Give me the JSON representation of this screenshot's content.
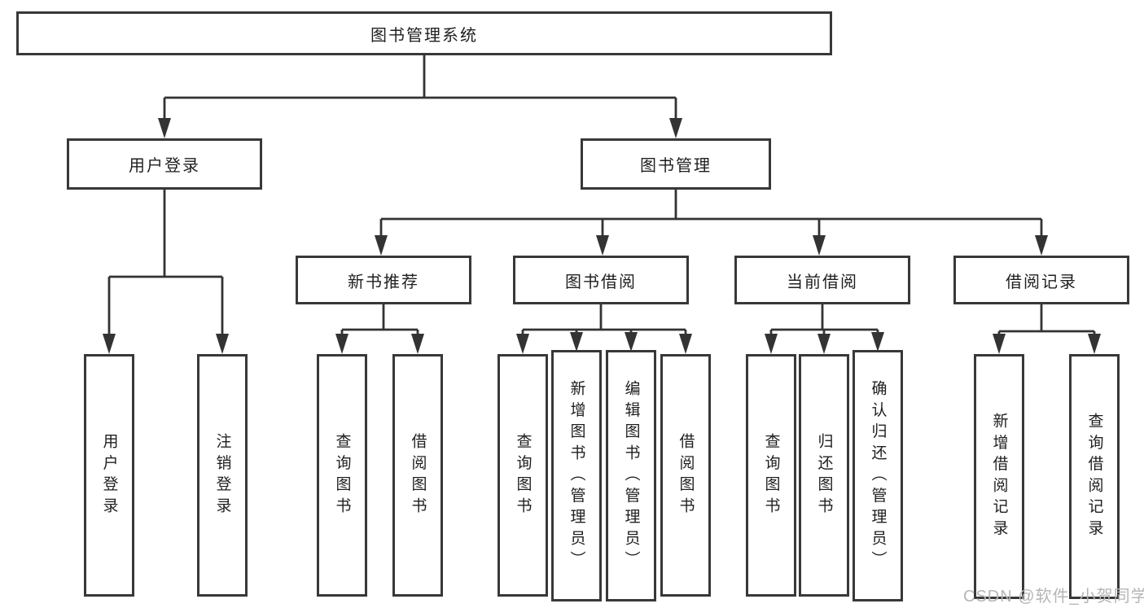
{
  "diagram": {
    "root": {
      "label": "图书管理系统"
    },
    "branches": [
      {
        "label": "用户登录",
        "children": [
          {
            "label": "用户登录"
          },
          {
            "label": "注销登录"
          }
        ]
      },
      {
        "label": "图书管理",
        "children": [
          {
            "label": "新书推荐",
            "children": [
              {
                "label": "查询图书"
              },
              {
                "label": "借阅图书"
              }
            ]
          },
          {
            "label": "图书借阅",
            "children": [
              {
                "label": "查询图书"
              },
              {
                "label": "新增图书（管理员）"
              },
              {
                "label": "编辑图书（管理员）"
              },
              {
                "label": "借阅图书"
              }
            ]
          },
          {
            "label": "当前借阅",
            "children": [
              {
                "label": "查询图书"
              },
              {
                "label": "归还图书"
              },
              {
                "label": "确认归还（管理员）"
              }
            ]
          },
          {
            "label": "借阅记录",
            "children": [
              {
                "label": "新增借阅记录"
              },
              {
                "label": "查询借阅记录"
              }
            ]
          }
        ]
      }
    ],
    "watermark": "CSDN @软件_小贺同学",
    "colors": {
      "line": "#333333",
      "border": "#383838",
      "text": "#1f1f1f",
      "watermark": "#b5b5b5",
      "background": "#ffffff"
    }
  }
}
